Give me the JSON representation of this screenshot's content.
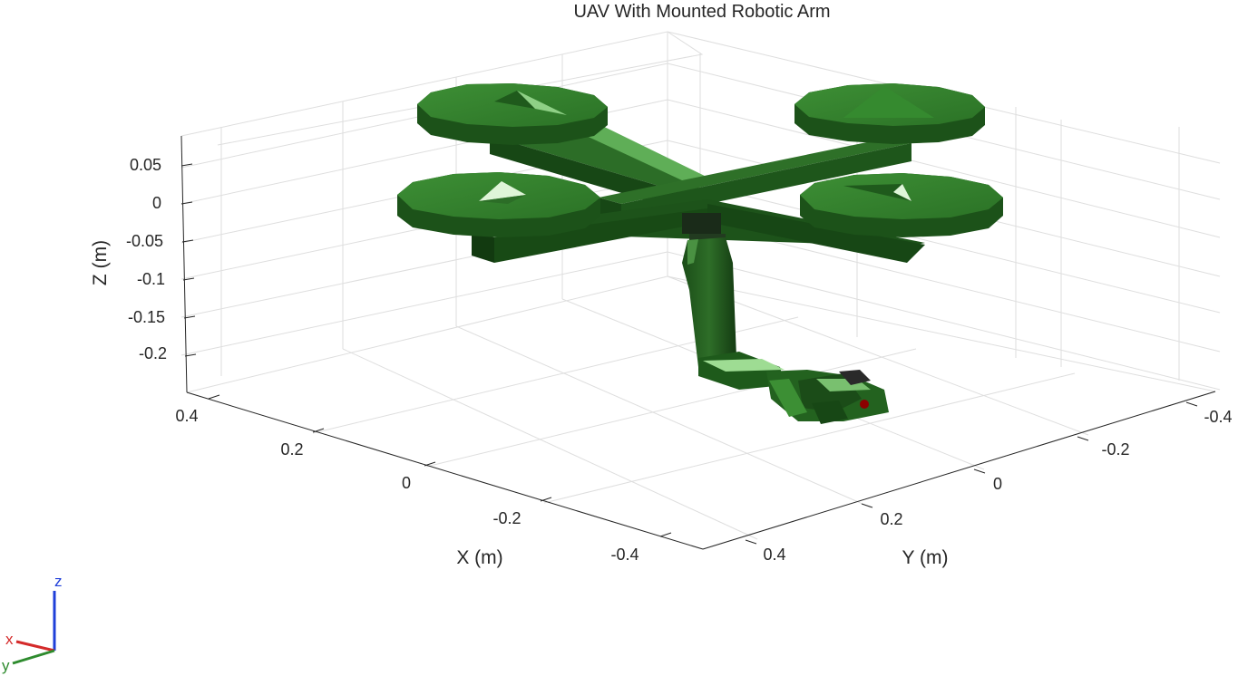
{
  "title": "UAV With Mounted Robotic Arm",
  "axes": {
    "x": {
      "label": "X (m)",
      "ticks": [
        "0.4",
        "0.2",
        "0",
        "-0.2",
        "-0.4"
      ]
    },
    "y": {
      "label": "Y (m)",
      "ticks": [
        "0.4",
        "0.2",
        "0",
        "-0.2",
        "-0.4"
      ]
    },
    "z": {
      "label": "Z (m)",
      "ticks": [
        "0.05",
        "0",
        "-0.05",
        "-0.1",
        "-0.15",
        "-0.2"
      ]
    }
  },
  "triad": {
    "x": "x",
    "y": "y",
    "z": "z",
    "colors": {
      "x": "#d42a2a",
      "y": "#2e8b2e",
      "z": "#1f3fd9"
    }
  },
  "model_color": "#2e7d2e",
  "end_effector_color": "#8b0000"
}
